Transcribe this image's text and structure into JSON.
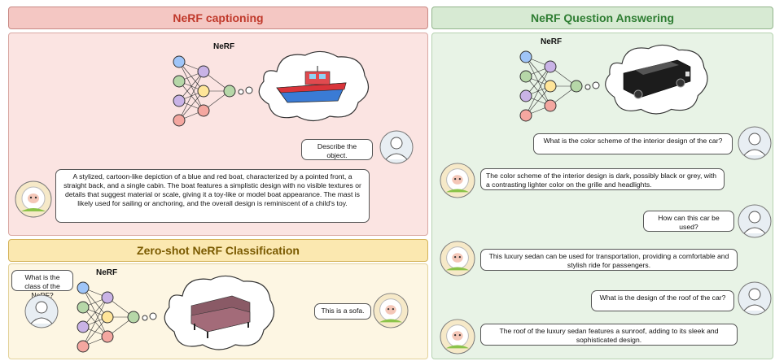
{
  "captioning": {
    "header": "NeRF captioning",
    "nerf_label": "NeRF",
    "question": "Describe the object.",
    "answer": "A stylized, cartoon-like depiction of a blue and red boat, characterized by a pointed front, a straight back, and a single cabin. The boat features a simplistic design with no visible textures or details that suggest material or scale, giving it a toy-like or model boat appearance. The mast is likely used for sailing or anchoring, and the overall design is reminiscent of a child's toy."
  },
  "classification": {
    "header": "Zero-shot NeRF Classification",
    "nerf_label": "NeRF",
    "question": "What is the class of the NeRF?",
    "answer": "This is a sofa."
  },
  "qa": {
    "header": "NeRF Question Answering",
    "nerf_label": "NeRF",
    "turns": [
      {
        "question": "What is the color scheme of the interior design of the car?",
        "answer": "The color scheme of the interior design is dark, possibly black or grey, with a contrasting lighter color on the grille and headlights."
      },
      {
        "question": "How can this car be used?",
        "answer": "This luxury sedan can be used for transportation, providing a comfortable and stylish ride for passengers."
      },
      {
        "question": "What is the design of the roof of the car?",
        "answer": "The roof of the luxury sedan features a sunroof, adding to its sleek and sophisticated design."
      }
    ]
  },
  "colors": {
    "red_header": "#f4c7c3",
    "red_panel": "#fbe4e2",
    "yellow_header": "#fbe8b0",
    "yellow_panel": "#fdf6e3",
    "green_header": "#d7ead3",
    "green_panel": "#e8f3e6",
    "node_blue": "#9fc5f8",
    "node_green": "#b6d7a8",
    "node_yellow": "#ffe599",
    "node_red": "#f4a7a0",
    "node_purple": "#c9b3e6"
  },
  "icons": [
    "neural-network-icon",
    "thought-cloud-icon",
    "boat-icon",
    "sofa-icon",
    "car-icon",
    "user-avatar-icon",
    "sheep-avatar-icon"
  ]
}
